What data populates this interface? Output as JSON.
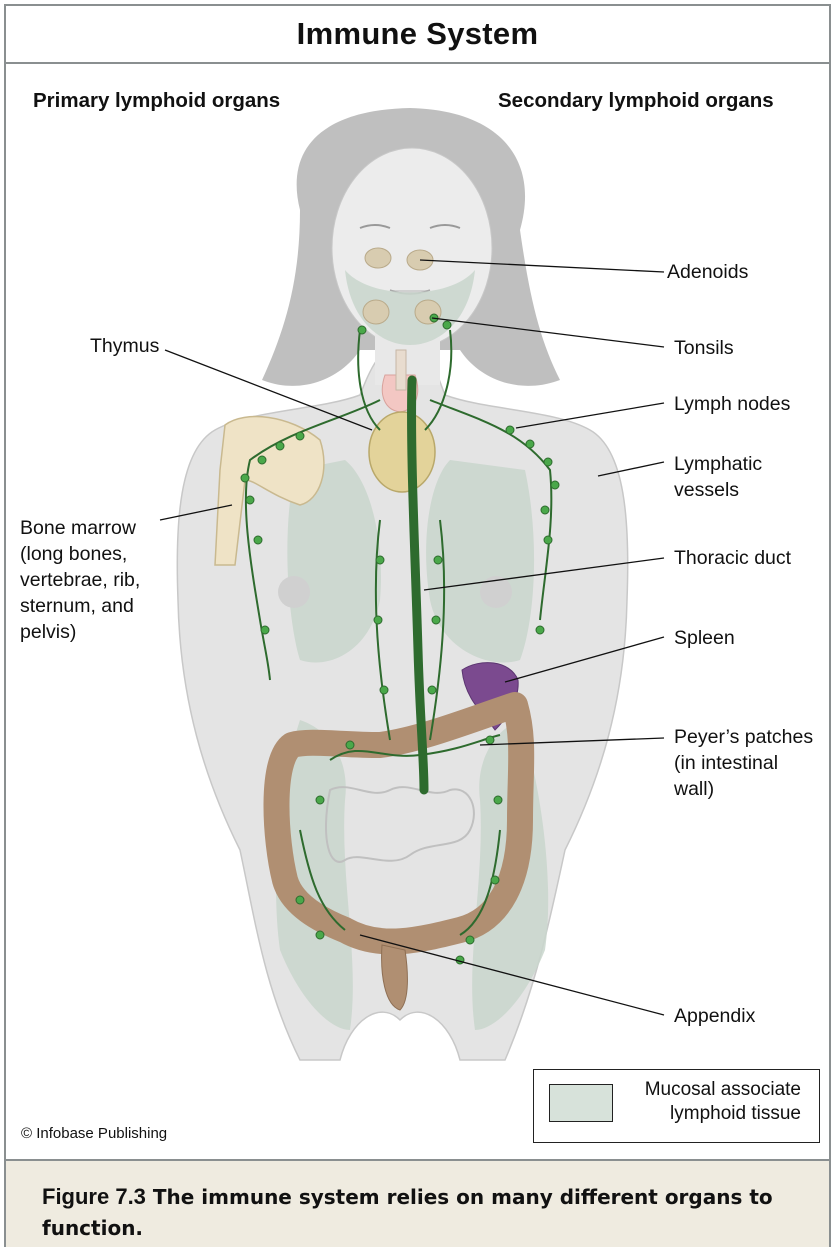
{
  "title": "Immune System",
  "headings": {
    "left": "Primary lymphoid organs",
    "right": "Secondary lymphoid organs"
  },
  "labels": {
    "adenoids": "Adenoids",
    "tonsils": "Tonsils",
    "thymus": "Thymus",
    "lymph_nodes": "Lymph nodes",
    "lymphatic_vessels": "Lymphatic\nvessels",
    "bone_marrow": "Bone marrow\n(long bones,\nvertebrae, rib,\nsternum, and\npelvis)",
    "thoracic_duct": "Thoracic duct",
    "spleen": "Spleen",
    "peyers_patches": "Peyer’s patches\n(in intestinal\nwall)",
    "appendix": "Appendix"
  },
  "legend": {
    "text": "Mucosal associate\nlymphoid tissue",
    "swatch_color": "#d7e2da"
  },
  "credit": "© Infobase Publishing",
  "caption": {
    "figure": "Figure 7.3",
    "text": " The immune system relies on many different organs to function."
  },
  "colors": {
    "body": "#dcdcdc",
    "hair": "#a9a9a9",
    "lymph_green": "#2e6b2e",
    "node_green": "#4aa84a",
    "mucosal": "#c9d6cd",
    "thymus": "#e3d39a",
    "spleen": "#7b4a8f",
    "intestine": "#b08f72",
    "bone": "#efe3c6"
  }
}
